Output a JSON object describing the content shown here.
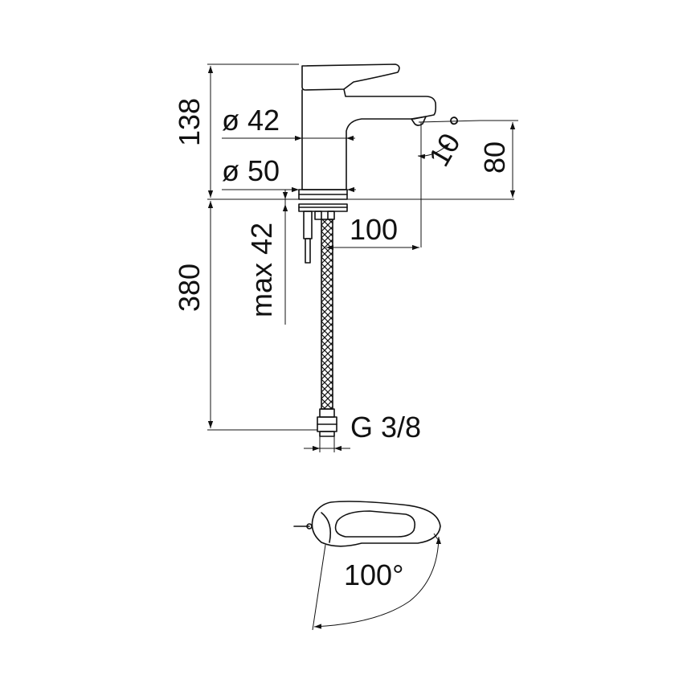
{
  "labels": {
    "height_top": "138",
    "diameter_body": "ø 42",
    "diameter_base": "ø 50",
    "spout_angle": "10 °",
    "spout_height": "80",
    "spout_reach": "100",
    "max_thickness": "max 42",
    "hose_length": "380",
    "connection": "G 3/8",
    "handle_rotation": "100°"
  },
  "colors": {
    "line": "#111111",
    "background": "#ffffff"
  }
}
